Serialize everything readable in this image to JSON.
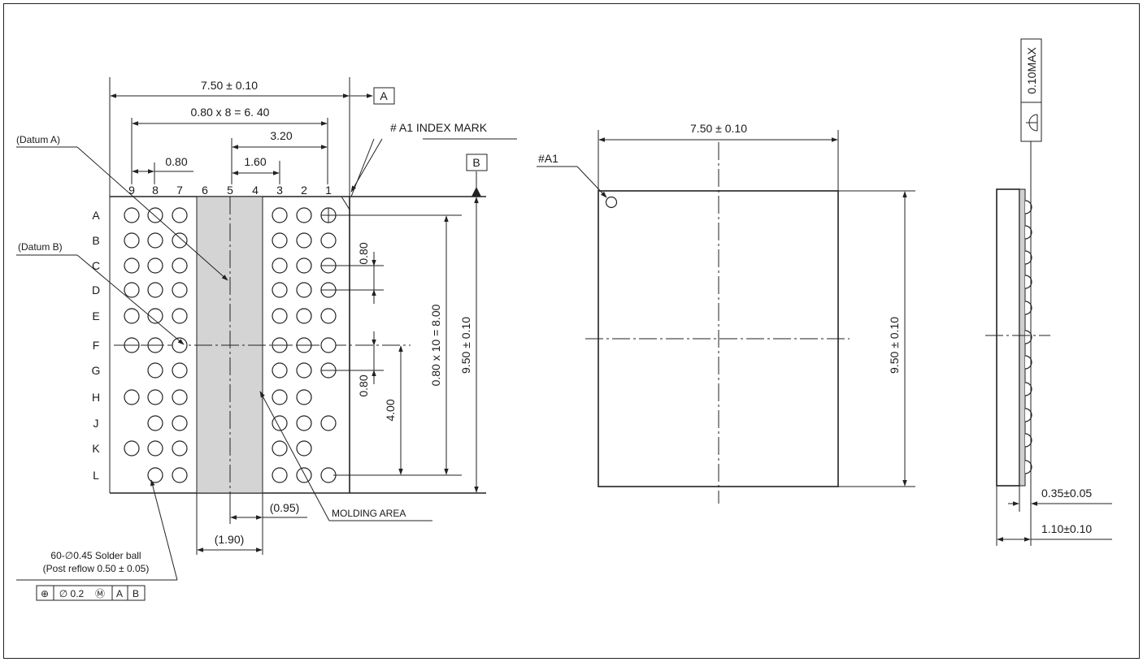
{
  "colors": {
    "ink": "#222222",
    "molding_fill": "#d9d9d9",
    "background": "#ffffff"
  },
  "bottom_view": {
    "width_dim": "7.50 ± 0.10",
    "pitch_total_dim": "0.80 x 8 = 6. 40",
    "half_span_dim": "3.20",
    "offset_dim": "1.60",
    "pitch_dim": "0.80",
    "datum_a_box": "A",
    "datum_b_box": "B",
    "datum_a_label": "(Datum A)",
    "datum_b_label": "(Datum B)",
    "index_mark_label": "# A1 INDEX MARK",
    "col_labels": [
      "9",
      "8",
      "7",
      "6",
      "5",
      "4",
      "3",
      "2",
      "1"
    ],
    "row_labels": [
      "A",
      "B",
      "C",
      "D",
      "E",
      "F",
      "G",
      "H",
      "J",
      "K",
      "L"
    ],
    "row_pitch_dim_top": "0.80",
    "row_pitch_dim_mid": "0.80",
    "half_height_dim": "4.00",
    "rows_total_dim": "0.80 x 10 = 8.00",
    "height_dim": "9.50 ± 0.10",
    "molding_label": "MOLDING AREA",
    "molding_half_dim": "(0.95)",
    "molding_width_dim": "(1.90)",
    "solder_line1": "60-∅0.45 Solder ball",
    "solder_line2": "(Post reflow 0.50 ± 0.05)",
    "tolerance_cells": [
      "⊕",
      "∅ 0.2",
      "Ⓜ",
      "A",
      "B"
    ]
  },
  "top_view": {
    "width_dim": "7.50 ± 0.10",
    "height_dim": "9.50 ± 0.10",
    "a1_label": "#A1"
  },
  "side_view": {
    "max_dim": "0.10MAX",
    "ball_height_dim": "0.35±0.05",
    "total_height_dim": "1.10±0.10"
  }
}
